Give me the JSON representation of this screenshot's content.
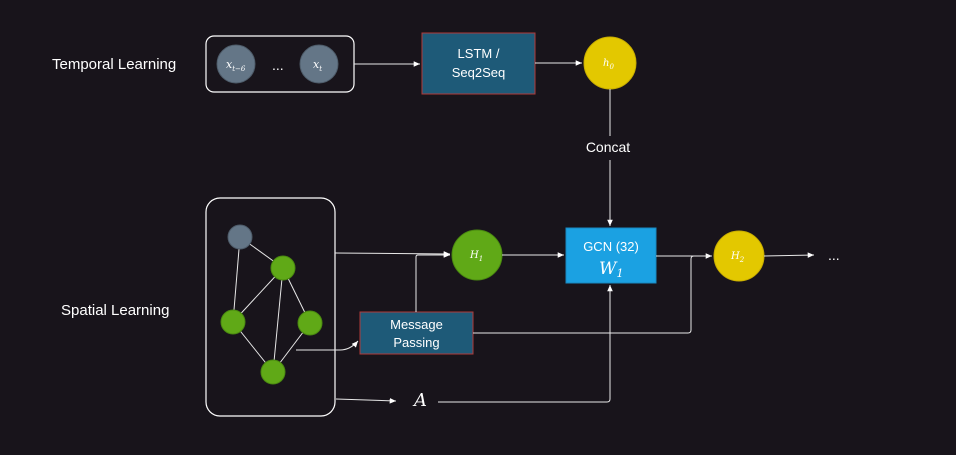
{
  "labels": {
    "temporal": "Temporal Learning",
    "spatial": "Spatial Learning",
    "concat": "Concat",
    "ellipsis_inputs": "...",
    "ellipsis_output": "..."
  },
  "nodes": {
    "x_t_minus_6": {
      "base": "x",
      "sub": "t−6"
    },
    "x_t": {
      "base": "x",
      "sub": "t"
    },
    "h0": {
      "base": "h",
      "sub": "0"
    },
    "H1": {
      "base": "H",
      "sub": "1"
    },
    "H2": {
      "base": "H",
      "sub": "2"
    },
    "A": "A"
  },
  "boxes": {
    "lstm": {
      "line1": "LSTM /",
      "line2": "Seq2Seq"
    },
    "gcn": {
      "line1": "GCN (32)",
      "math_base": "W",
      "math_sub": "1"
    },
    "message_passing": {
      "line1": "Message",
      "line2": "Passing"
    }
  },
  "colors": {
    "background": "#18141b",
    "dark_blue_box": "#1e5a78",
    "red_border": "#b03a3a",
    "gcn_blue": "#1ba1e2",
    "yellow": "#e3c800",
    "green": "#60a917",
    "slate": "#647687"
  }
}
